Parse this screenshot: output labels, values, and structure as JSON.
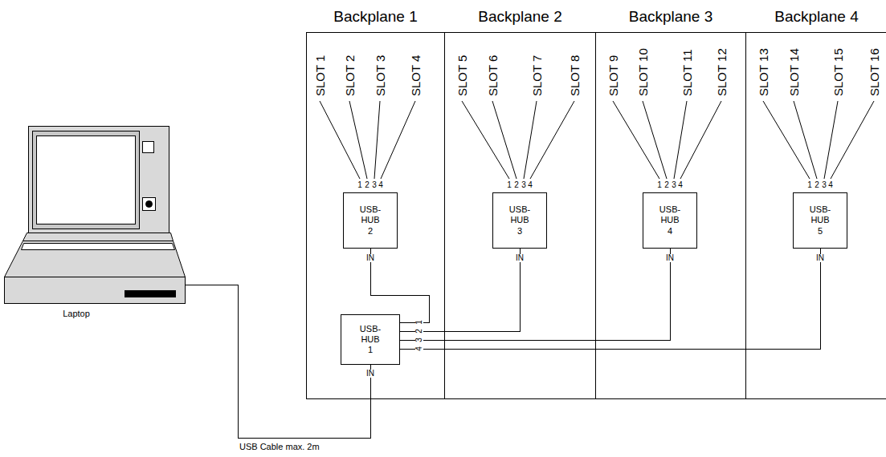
{
  "diagram": {
    "nodes": [
      {
        "text": [
          "Backplane 1"
        ]
      },
      {
        "text": [
          "Backplane 2"
        ]
      },
      {
        "text": [
          "Backplane 3"
        ]
      },
      {
        "text": [
          "Backplane 4"
        ]
      },
      {
        "text": [
          "Laptop"
        ]
      },
      {
        "text": [
          "USB- HUB 2"
        ],
        "in": 0
      },
      {
        "text": [
          "USB- HUB 3"
        ],
        "in": 1
      },
      {
        "text": [
          "USB- HUB 4"
        ],
        "in": 2
      },
      {
        "text": [
          "USB- HUB 5"
        ],
        "in": 3
      },
      {
        "text": [
          "USB- HUB 1"
        ],
        "in": 0
      }
    ],
    "edges": [
      {
        "from": 4,
        "to": 9,
        "arrow": "none",
        "label": "USB Cable max. 2m"
      },
      {
        "from": 9,
        "to": 5,
        "arrow": "none"
      },
      {
        "from": 9,
        "to": 6,
        "arrow": "none"
      },
      {
        "from": 9,
        "to": 7,
        "arrow": "none"
      },
      {
        "from": 9,
        "to": 8,
        "arrow": "none"
      }
    ],
    "labels": [
      "SLOT 1",
      "SLOT 2",
      "SLOT 3",
      "SLOT 4",
      "SLOT 5",
      "SLOT 6",
      "SLOT 7",
      "SLOT 8",
      "SLOT 9",
      "SLOT 10",
      "SLOT 11",
      "SLOT 12",
      "SLOT 13",
      "SLOT 14",
      "SLOT 15",
      "SLOT 16",
      "1",
      "2",
      "3",
      "4",
      "IN",
      "1",
      "2",
      "3",
      "4",
      "IN",
      "1",
      "2",
      "3",
      "4",
      "IN",
      "1",
      "2",
      "3",
      "4",
      "IN",
      "1",
      "2",
      "3",
      "4",
      "IN"
    ]
  }
}
